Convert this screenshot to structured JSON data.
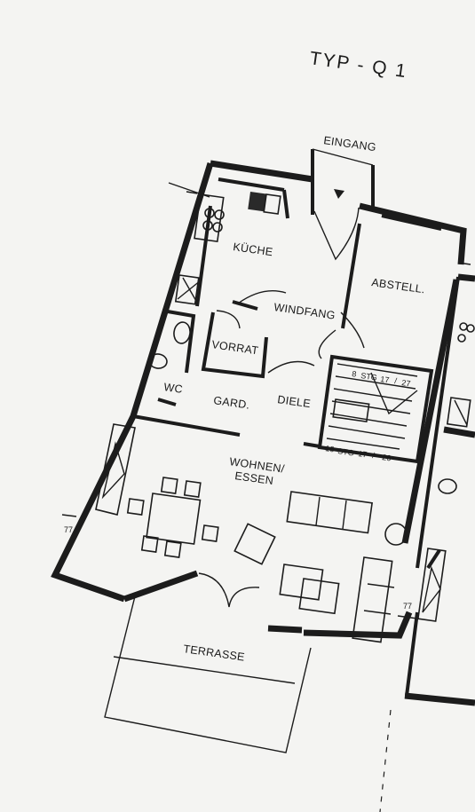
{
  "plan": {
    "type_label": "TYP - Q 1",
    "rooms": {
      "entrance": "EINGANG",
      "kitchen": "KÜCHE",
      "storage": "ABSTELL.",
      "windfang": "WINDFANG",
      "pantry": "VORRAT",
      "wc": "WC",
      "wardrobe": "GARD.",
      "hall": "DIELE",
      "living": "WOHNEN/",
      "dining": "ESSEN",
      "terrace": "TERRASSE"
    },
    "stair_upper": [
      "8",
      "STG",
      "17",
      "/",
      "27"
    ],
    "stair_lower": [
      "16",
      "STG",
      "17",
      "/",
      "26"
    ],
    "dim_marks": [
      "77",
      "77"
    ]
  }
}
